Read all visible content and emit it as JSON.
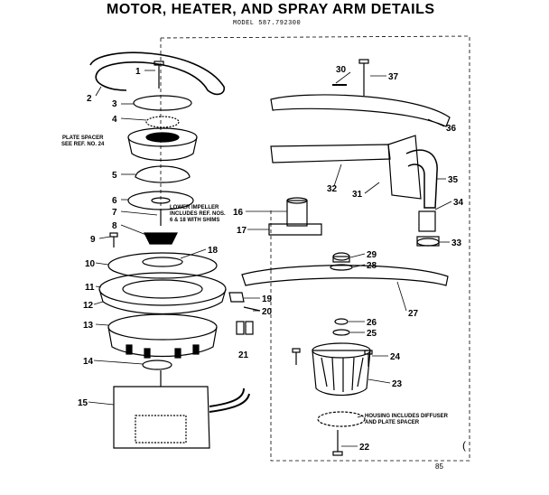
{
  "title": "MOTOR, HEATER, AND SPRAY ARM DETAILS",
  "model": "MODEL 587.792300",
  "notes": {
    "plate_spacer": "PLATE SPACER\nSEE REF. NO. 24",
    "lower_impeller": "LOWER IMPELLER\nINCLUDES REF. NOS.\n6 & 18 WITH SHIMS",
    "housing": "HOUSING INCLUDES DIFFUSER\nAND PLATE SPACER"
  },
  "page_number": "85",
  "corner_mark": "(",
  "callouts": [
    "1",
    "2",
    "3",
    "4",
    "5",
    "6",
    "7",
    "8",
    "9",
    "10",
    "11",
    "12",
    "13",
    "14",
    "15",
    "16",
    "17",
    "18",
    "19",
    "20",
    "21",
    "22",
    "23",
    "24",
    "25",
    "26",
    "27",
    "28",
    "29",
    "30",
    "31",
    "32",
    "33",
    "34",
    "35",
    "36",
    "37"
  ]
}
